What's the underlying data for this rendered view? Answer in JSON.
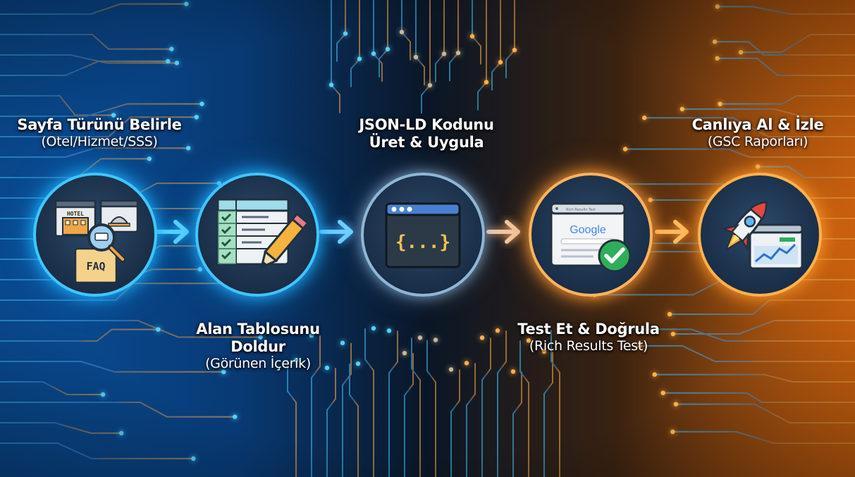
{
  "steps": [
    {
      "title": "Sayfa Türünü Belirle",
      "subtitle": "(Otel/Hizmet/SSS)",
      "icon": "hotel-faq-magnifier-icon",
      "icon_text": {
        "hotel": "HOTEL",
        "faq": "FAQ"
      }
    },
    {
      "title_line1": "Alan Tablosunu",
      "title_line2": "Doldur",
      "subtitle": "(Görünen İçerik)",
      "icon": "table-checklist-pencil-icon"
    },
    {
      "title_line1": "JSON-LD Kodunu",
      "title_line2": "Üret & Uygula",
      "icon": "code-window-icon",
      "icon_text": {
        "code": "{...}"
      }
    },
    {
      "title": "Test Et & Doğrula",
      "subtitle": "(Rich Results Test)",
      "icon": "google-checkmark-icon",
      "icon_text": {
        "google": "Google",
        "browser_title": "Rich Results Test"
      }
    },
    {
      "title": "Canlıya Al & İzle",
      "subtitle": "(GSC Raporları)",
      "icon": "rocket-chart-icon"
    }
  ],
  "arrows": [
    "arrow-right-icon",
    "arrow-right-icon",
    "arrow-right-icon",
    "arrow-right-icon"
  ],
  "colors": {
    "blue": "#1cb2ff",
    "orange": "#ff9a2a",
    "dark": "#04101f"
  }
}
